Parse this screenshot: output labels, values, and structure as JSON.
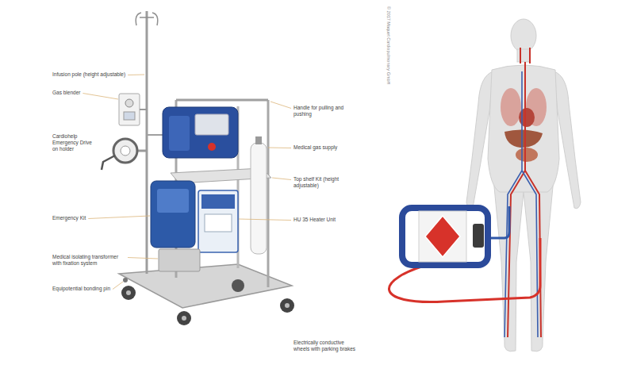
{
  "diagram": {
    "labels": [
      "Infusion pole (height adjustable)",
      "Gas blender",
      "Cardiohelp Emergency Drive on holder",
      "Emergency Kit",
      "Medical isolating transformer with fixation system",
      "Equipotential bonding pin",
      "Handle for pulling and pushing",
      "Medical gas supply",
      "Top shelf Kit (height adjustable)",
      "HU 35 Heater Unit",
      "Electrically conductive wheels with parking brakes",
      "© 2017 Maquet Cardiopulmonary GmbH"
    ]
  }
}
